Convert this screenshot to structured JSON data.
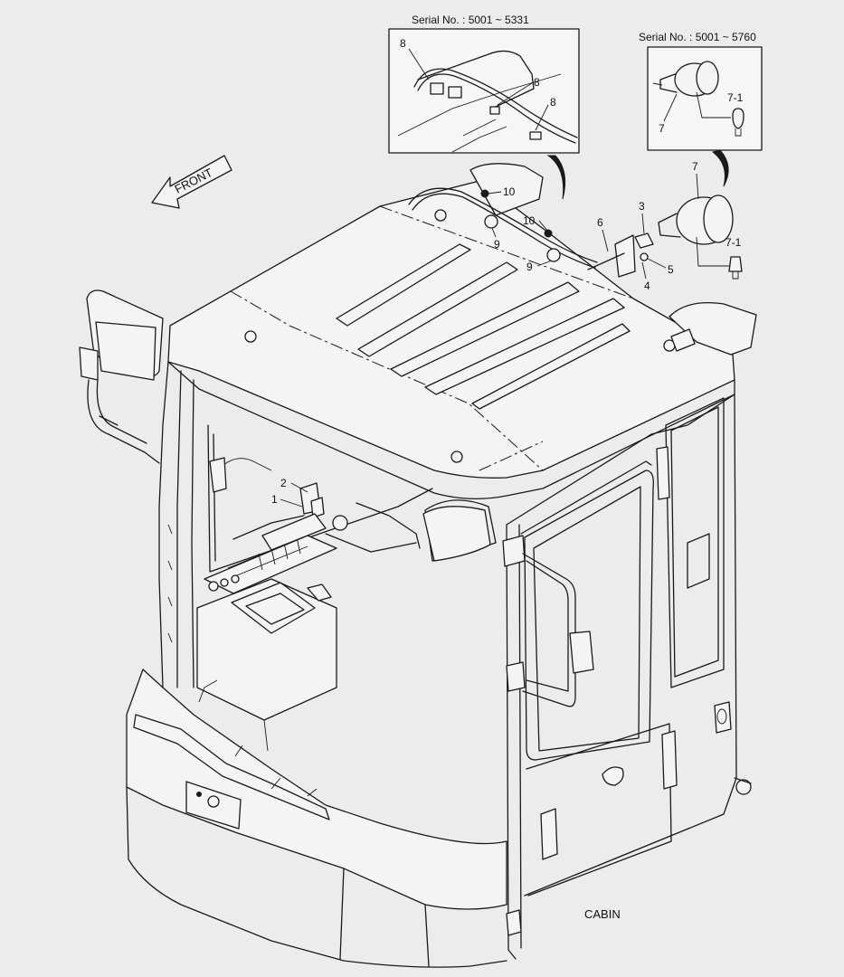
{
  "inset_left": {
    "serial_label": "Serial No. : 5001 ~ 5331",
    "callouts": [
      "8",
      "8",
      "8"
    ]
  },
  "inset_right": {
    "serial_label": "Serial No. : 5001 ~ 5760",
    "callouts": [
      "7",
      "7-1"
    ]
  },
  "direction_arrow": {
    "label": "FRONT"
  },
  "callouts": [
    "10",
    "10",
    "9",
    "9",
    "6",
    "3",
    "7",
    "5",
    "4",
    "7-1",
    "2",
    "1"
  ],
  "assembly_label": "CABIN"
}
